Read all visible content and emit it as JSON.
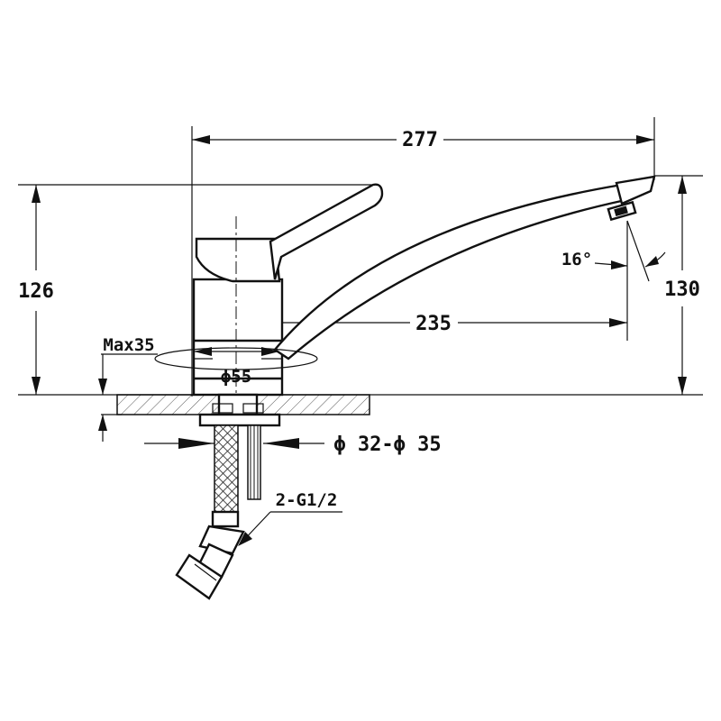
{
  "dimensions": {
    "overall_length": "277",
    "total_height": "126",
    "spout_height": "130",
    "spout_reach": "235",
    "spout_angle": "16°",
    "max_deck_thickness": "Max35",
    "base_diameter": "ϕ55",
    "hole_diameter": "ϕ 32-ϕ 35",
    "hose_thread": "2-G1/2"
  },
  "colors": {
    "line": "#111111",
    "background": "#ffffff"
  }
}
